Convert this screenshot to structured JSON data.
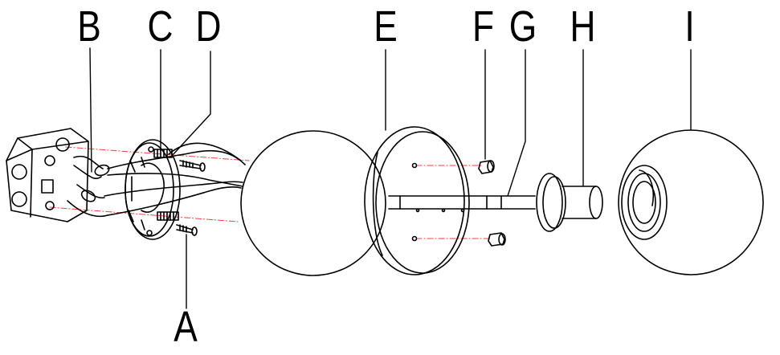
{
  "labels": {
    "a": "A",
    "b": "B",
    "c": "C",
    "d": "D",
    "e": "E",
    "f": "F",
    "g": "G",
    "h": "H",
    "i": "I"
  },
  "colors": {
    "line": "#000000",
    "guide": "#ff3b3b",
    "background": "#ffffff"
  }
}
